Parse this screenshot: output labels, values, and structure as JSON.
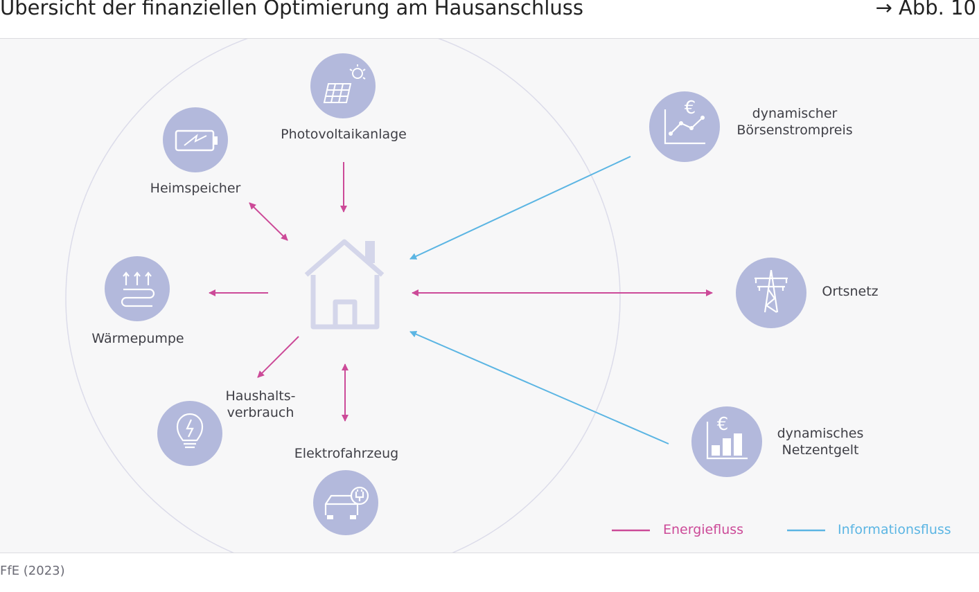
{
  "header": {
    "title": "Übersicht der finanziellen Optimierung am Hausanschluss",
    "figure_ref": "→ Abb. 10"
  },
  "nodes": {
    "pv": "Photovoltaikanlage",
    "storage": "Heimspeicher",
    "heatpump": "Wärmepumpe",
    "household_1": "Haushalts-",
    "household_2": "verbrauch",
    "ev": "Elektrofahrzeug",
    "price_1": "dynamischer",
    "price_2": "Börsenstrompreis",
    "grid": "Ortsnetz",
    "fee_1": "dynamisches",
    "fee_2": "Netzentgelt"
  },
  "legend": {
    "energy": "Energiefluss",
    "info": "Informationsfluss"
  },
  "colors": {
    "energy": "#cc4a98",
    "info": "#5bb5e3",
    "icon_circle": "#b3b9dc",
    "house": "#d4d6ea"
  },
  "footer": {
    "source": "FfE (2023)"
  }
}
